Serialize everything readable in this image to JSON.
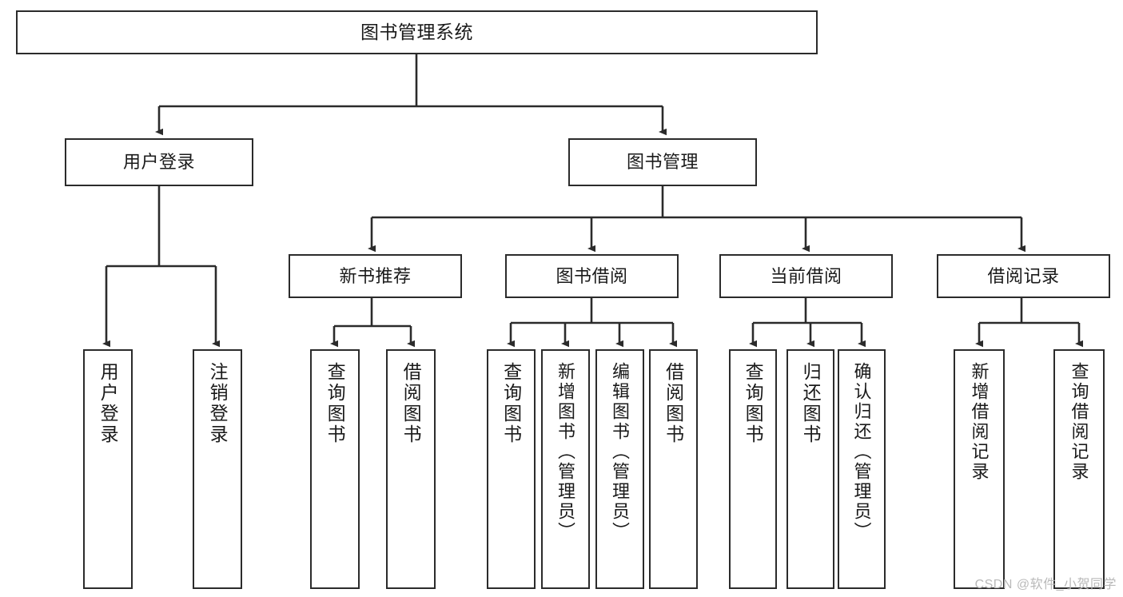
{
  "diagram": {
    "title": "图书管理系统",
    "type": "hierarchy-tree",
    "root": {
      "id": "root",
      "label": "图书管理系统"
    },
    "level1": [
      {
        "id": "user-login",
        "label": "用户登录"
      },
      {
        "id": "book-management",
        "label": "图书管理"
      }
    ],
    "level2": [
      {
        "id": "new-book-recommend",
        "label": "新书推荐"
      },
      {
        "id": "book-borrow",
        "label": "图书借阅"
      },
      {
        "id": "current-borrow",
        "label": "当前借阅"
      },
      {
        "id": "borrow-record",
        "label": "借阅记录"
      }
    ],
    "leaves": {
      "user_login": [
        {
          "id": "leaf-user-login",
          "label": "用户登录"
        },
        {
          "id": "leaf-logout",
          "label": "注销登录"
        }
      ],
      "new_book_recommend": [
        {
          "id": "leaf-query-book-1",
          "label": "查询图书"
        },
        {
          "id": "leaf-borrow-book-1",
          "label": "借阅图书"
        }
      ],
      "book_borrow": [
        {
          "id": "leaf-query-book-2",
          "label": "查询图书"
        },
        {
          "id": "leaf-add-book",
          "label": "新增图书（管理员）"
        },
        {
          "id": "leaf-edit-book",
          "label": "编辑图书（管理员）"
        },
        {
          "id": "leaf-borrow-book-2",
          "label": "借阅图书"
        }
      ],
      "current_borrow": [
        {
          "id": "leaf-query-book-3",
          "label": "查询图书"
        },
        {
          "id": "leaf-return-book",
          "label": "归还图书"
        },
        {
          "id": "leaf-confirm-return",
          "label": "确认归还（管理员）"
        }
      ],
      "borrow_record": [
        {
          "id": "leaf-add-record",
          "label": "新增借阅记录"
        },
        {
          "id": "leaf-query-record",
          "label": "查询借阅记录"
        }
      ]
    }
  },
  "watermark": {
    "text": "CSDN @软件_小贺同学"
  },
  "colors": {
    "stroke": "#2b2b2b",
    "fill": "#ffffff",
    "text": "#1a1a1a",
    "watermark": "#b9b9b9"
  }
}
